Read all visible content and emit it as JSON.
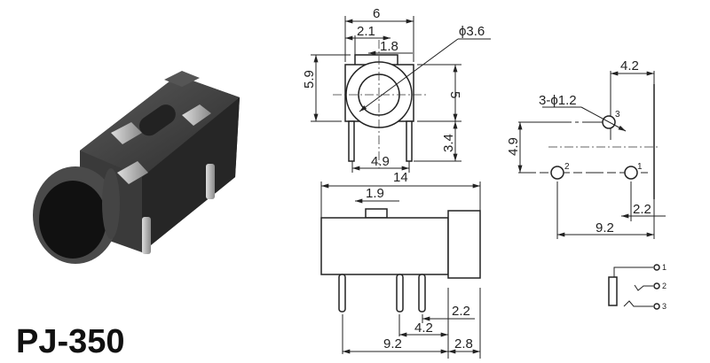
{
  "product": {
    "model": "PJ-350"
  },
  "front_view": {
    "width": "6",
    "offset": "2.1",
    "tab": "1.8",
    "diameter": "ϕ3.6",
    "height": "5.9",
    "body": "5",
    "pin_length": "3.4",
    "pin_pitch": "4.9"
  },
  "side_view": {
    "length": "14",
    "tab": "1.9",
    "d1": "2.2",
    "d2": "4.2",
    "d3": "9.2",
    "d4": "2.8"
  },
  "pcb_view": {
    "top": "4.2",
    "holes": "3-ϕ1.2",
    "vertical": "4.9",
    "right": "2.2",
    "bottom": "9.2",
    "pins": [
      "1",
      "2",
      "3"
    ]
  },
  "schematic": {
    "pins": [
      "1",
      "2",
      "3"
    ]
  }
}
